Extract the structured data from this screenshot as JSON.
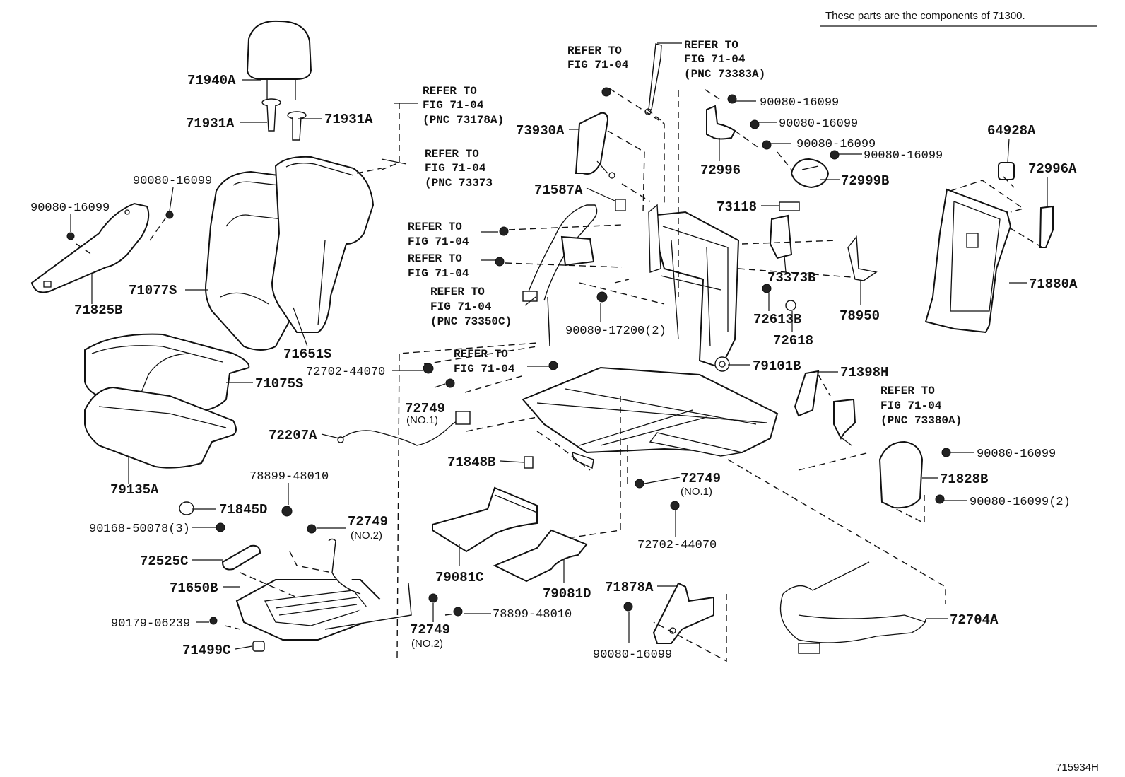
{
  "header_note": "These parts are the components of 71300.",
  "figure_id": "715934H",
  "labels": [
    "71940A",
    "71931A",
    "71931A",
    "90080-16099",
    "90080-16099",
    "71825B",
    "71077S",
    "71651S",
    "71075S",
    "79135A",
    "72207A",
    "72702-44070",
    "72749",
    "(NO.1)",
    "71848B",
    "78899-48010",
    "71845D",
    "72749",
    "(NO.2)",
    "90168-50078(3)",
    "72525C",
    "71650B",
    "90179-06239",
    "71499C",
    "72749",
    "(NO.2)",
    "78899-48010",
    "79081C",
    "79081D",
    "73930A",
    "71587A",
    "90080-17200(2)",
    "72749",
    "(NO.1)",
    "72702-44070",
    "71878A",
    "90080-16099",
    "90080-16099",
    "90080-16099",
    "90080-16099",
    "90080-16099",
    "72996",
    "72999B",
    "73118",
    "73373B",
    "72613B",
    "72618",
    "78950",
    "79101B",
    "71398H",
    "64928A",
    "72996A",
    "71880A",
    "90080-16099",
    "71828B",
    "90080-16099(2)",
    "72704A"
  ],
  "refs": [
    [
      "REFER TO",
      "FIG 71-04",
      "(PNC 73178A)"
    ],
    [
      "REFER TO",
      "FIG 71-04",
      "(PNC 73373"
    ],
    [
      "REFER TO",
      "FIG 71-04"
    ],
    [
      "REFER TO",
      "FIG 71-04",
      "(PNC 73383A)"
    ],
    [
      "REFER TO",
      "FIG 71-04"
    ],
    [
      "REFER TO",
      "FIG 71-04"
    ],
    [
      "REFER TO",
      "FIG 71-04",
      "(PNC 73350C)"
    ],
    [
      "REFER TO",
      "FIG 71-04"
    ],
    [
      "REFER TO",
      "FIG 71-04",
      "(PNC 73380A)"
    ]
  ]
}
